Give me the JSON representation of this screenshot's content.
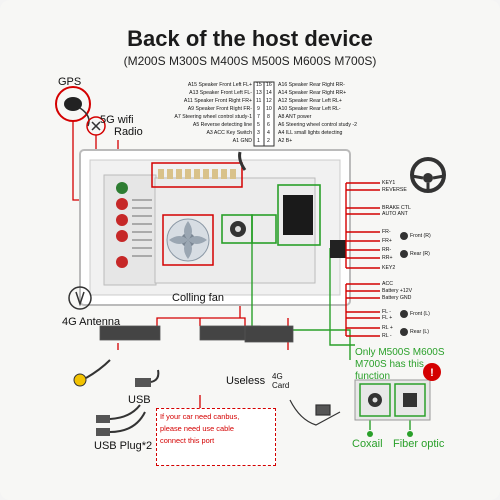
{
  "title": "Back of the host device",
  "subtitle": "(M200S M300S M400S M500S M600S M700S)",
  "labels": {
    "gps": "GPS",
    "wifi": "5G wifi",
    "radio": "Radio",
    "antenna_4g": "4G Antenna",
    "cooling_fan": "Colling fan",
    "usb": "USB",
    "usb_plug": "USB Plug*2",
    "useless": "Useless",
    "card_4g_line1": "4G",
    "card_4g_line2": "Card",
    "coaxial": "Coxail",
    "fiber_optic": "Fiber optic"
  },
  "only_note": [
    "Only M500S M600S",
    "M700S has this",
    "function"
  ],
  "canbus_note": [
    "If your car need canbus,",
    "please need use cable",
    "connect this port"
  ],
  "pins_left": [
    {
      "text": "A15 Speaker Front Left FL+",
      "num": "15"
    },
    {
      "text": "A13 Speaker Front Left FL-",
      "num": "13"
    },
    {
      "text": "A11 Speaker Front Right FR+",
      "num": "11"
    },
    {
      "text": "A9 Speaker Front Right FR-",
      "num": "9"
    },
    {
      "text": "A7 Steering wheel control study-1",
      "num": "7"
    },
    {
      "text": "A5 Reverse detecting line",
      "num": "5"
    },
    {
      "text": "A3 ACC Key Switch",
      "num": "3"
    },
    {
      "text": "A1 GND",
      "num": "1"
    }
  ],
  "pins_right": [
    {
      "text": "A16 Speaker Rear Right RR-",
      "num": "16"
    },
    {
      "text": "A14 Speaker Rear Right RR+",
      "num": "14"
    },
    {
      "text": "A12 Speaker Rear Left RL+",
      "num": "12"
    },
    {
      "text": "A10 Speaker Rear Left RL-",
      "num": "10"
    },
    {
      "text": "A8 ANT power",
      "num": "8"
    },
    {
      "text": "A6 Steering wheel control study -2",
      "num": "6"
    },
    {
      "text": "A4 ILL small lights detecting",
      "num": "4"
    },
    {
      "text": "A2 B+",
      "num": "2"
    }
  ],
  "harness_top": [
    "KEY1",
    "REVERSE",
    "",
    "BRAKE CTL",
    "AUTO ANT"
  ],
  "harness_front": [
    "FR-",
    "FR+",
    "RR-",
    "RR+"
  ],
  "front_r": "Front (R)",
  "rear_r": "Rear (R)",
  "key2": "KEY2",
  "harness_power": [
    "ACC",
    "Battery +12V",
    "Battery GND"
  ],
  "harness_left": [
    "FL -",
    "FL +",
    "RL +",
    "RL -"
  ],
  "front_l": "Front (L)",
  "rear_l": "Rear (L)",
  "colors": {
    "red": "#d40000",
    "green": "#2aa02a",
    "pink": "#e8a0a0"
  }
}
